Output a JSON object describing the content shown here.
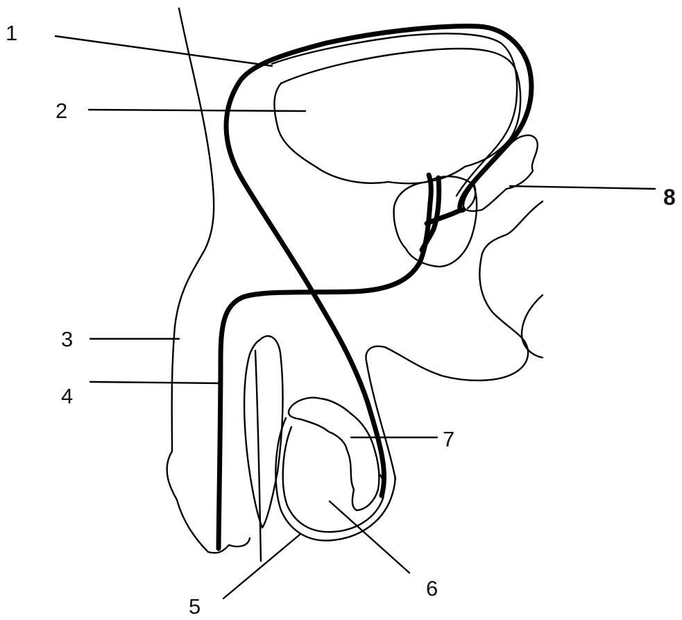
{
  "diagram": {
    "labels": [
      {
        "id": "1",
        "text": "1"
      },
      {
        "id": "2",
        "text": "2"
      },
      {
        "id": "3",
        "text": "3"
      },
      {
        "id": "4",
        "text": "4"
      },
      {
        "id": "5",
        "text": "5"
      },
      {
        "id": "6",
        "text": "6"
      },
      {
        "id": "7",
        "text": "7"
      },
      {
        "id": "8",
        "text": "8"
      }
    ]
  }
}
